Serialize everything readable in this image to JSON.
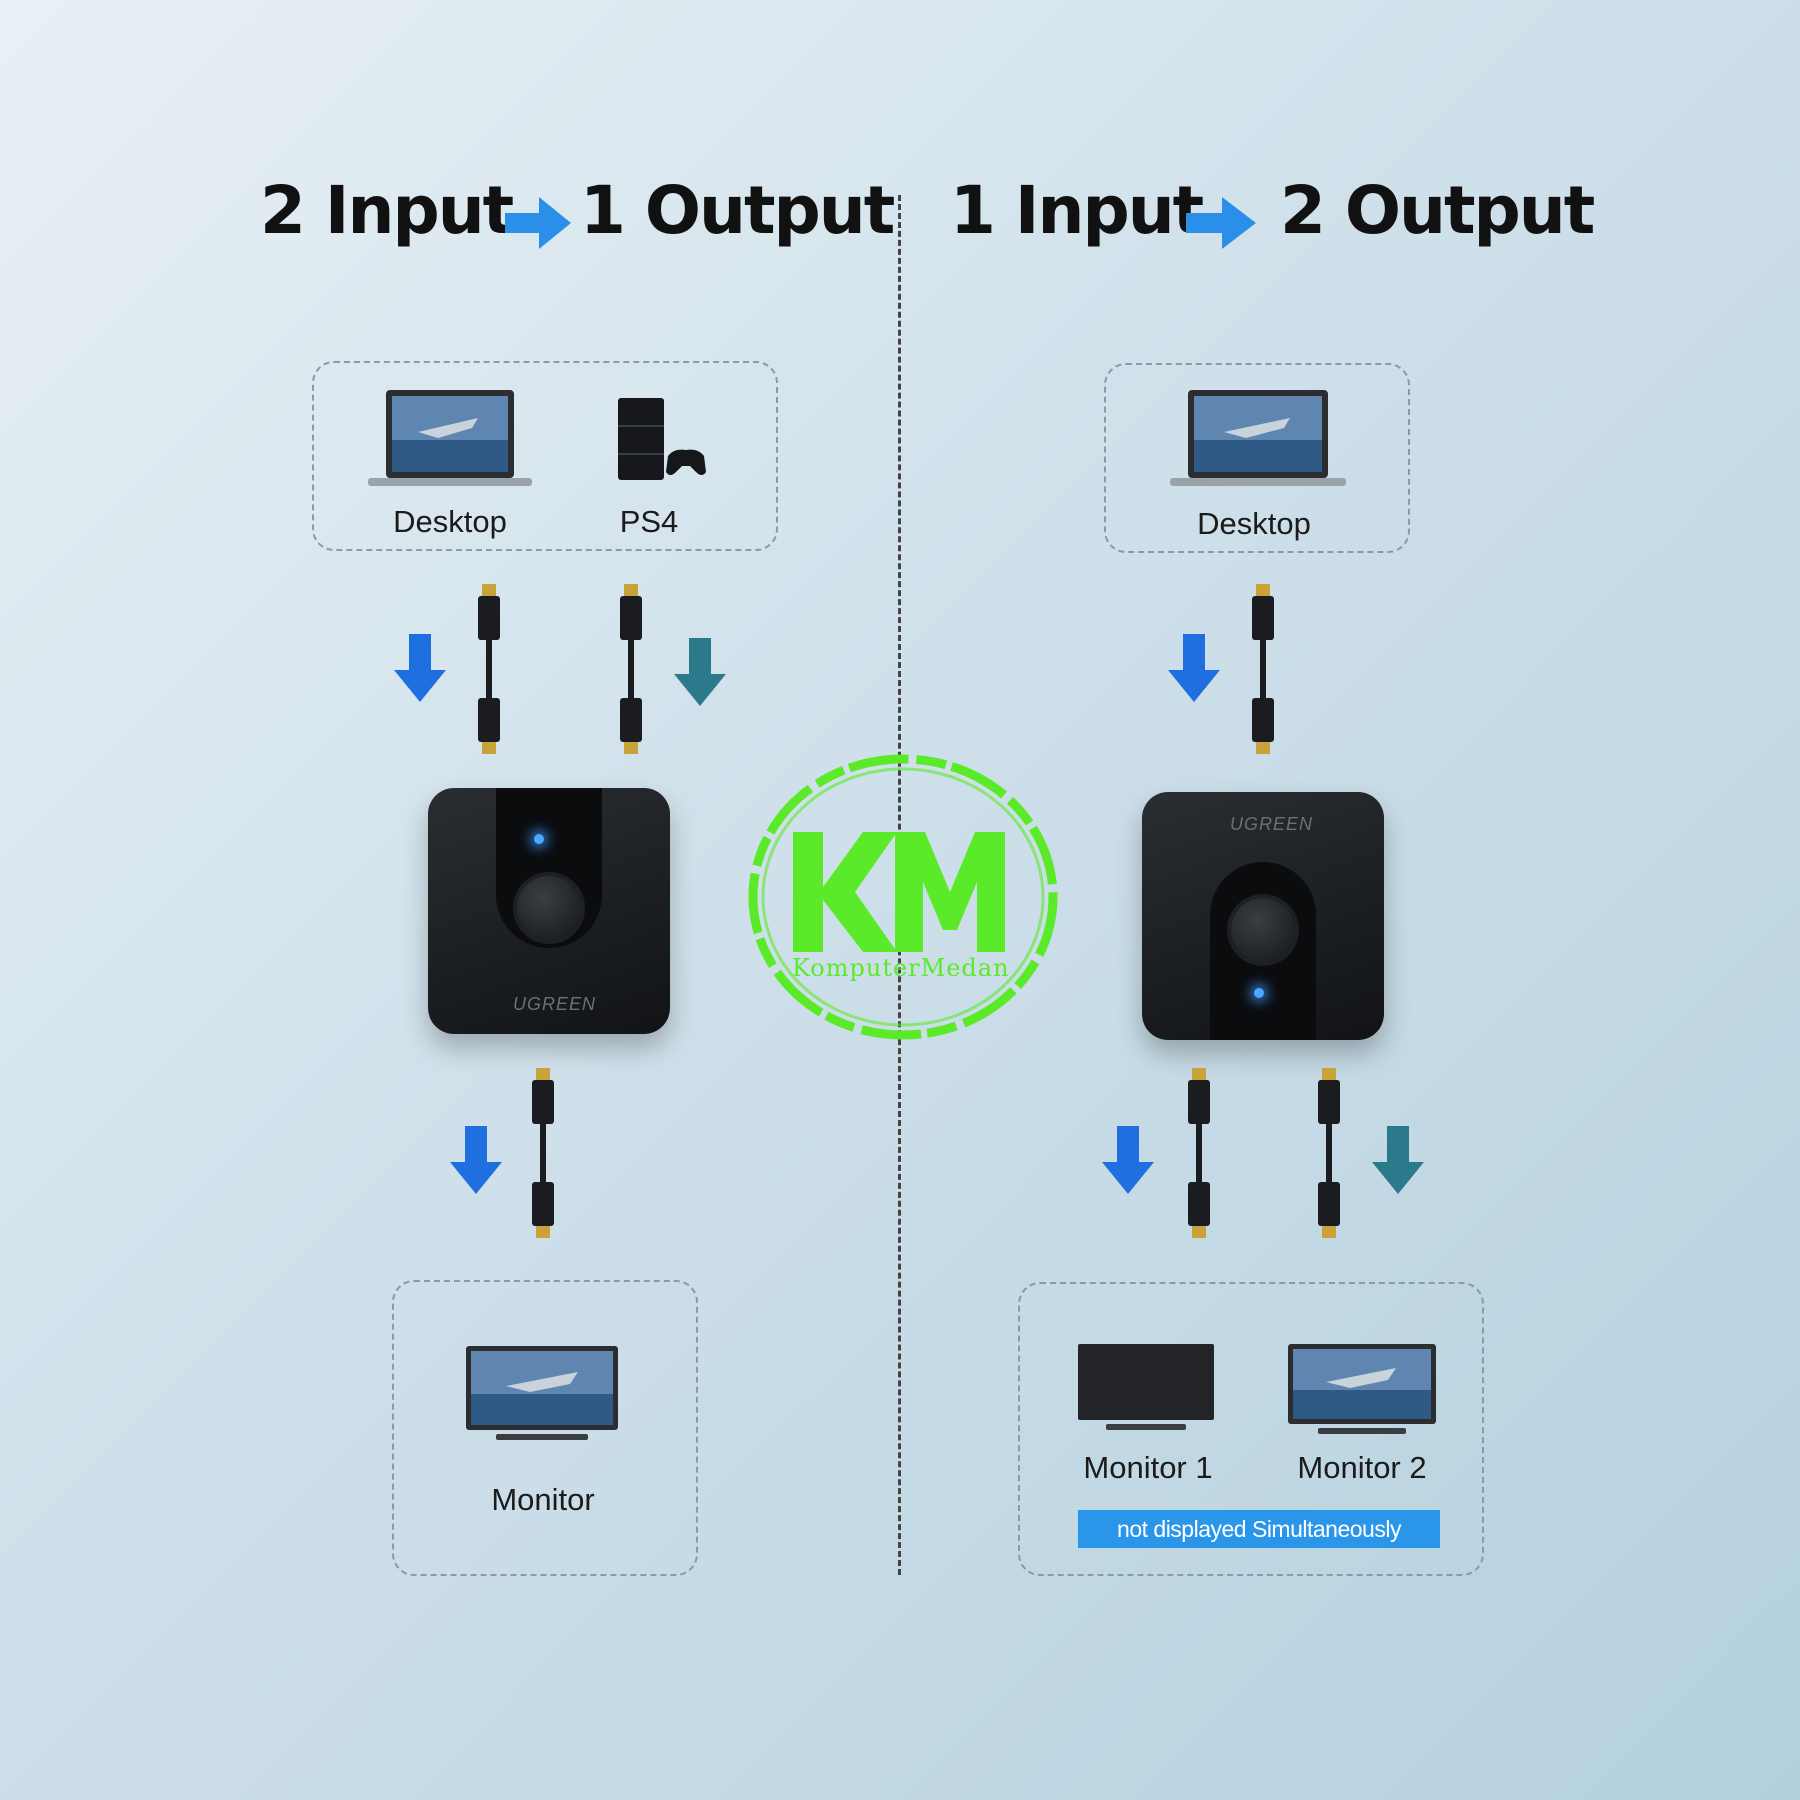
{
  "left": {
    "heading_input": "2 Input",
    "heading_output": "1 Output",
    "sources": [
      "Desktop",
      "PS4"
    ],
    "output": "Monitor",
    "device_brand": "UGREEN"
  },
  "right": {
    "heading_input": "1 Input",
    "heading_output": "2 Output",
    "source": "Desktop",
    "outputs": [
      "Monitor 1",
      "Monitor 2"
    ],
    "note": "not displayed Simultaneously",
    "device_brand": "UGREEN"
  },
  "watermark": {
    "text": "KomputerMedan"
  },
  "colors": {
    "arrow_blue": "#1f6fe0",
    "arrow_teal": "#2b7a8c",
    "note_bg": "#2a96ea",
    "watermark": "#5bea2a"
  }
}
